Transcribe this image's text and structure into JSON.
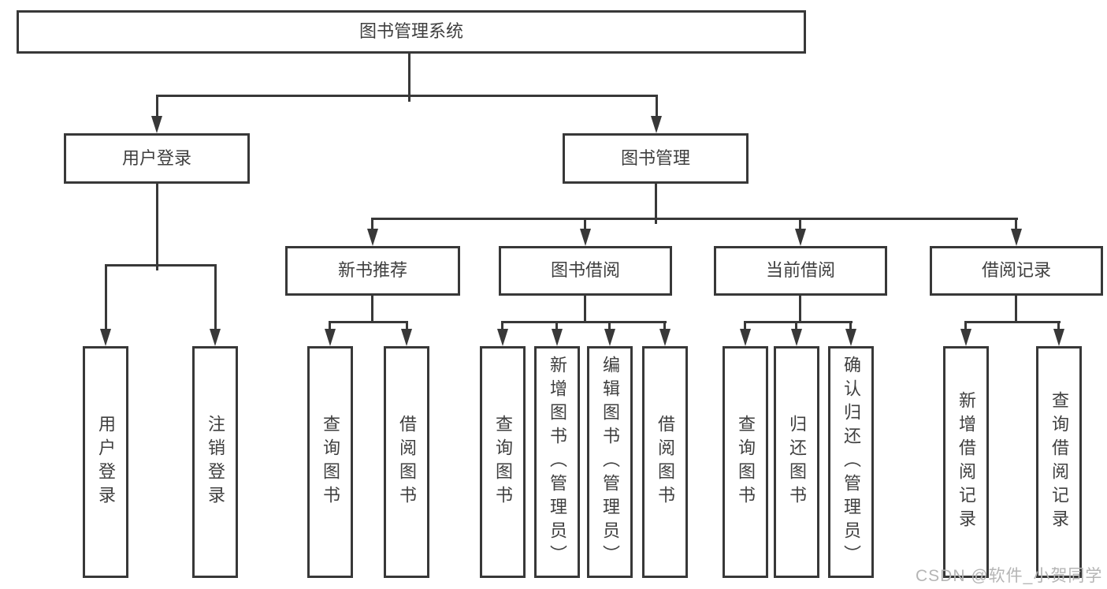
{
  "root": {
    "label": "图书管理系统"
  },
  "user_login": {
    "label": "用户登录",
    "children": [
      {
        "label": "用户登录"
      },
      {
        "label": "注销登录"
      }
    ]
  },
  "book_mgmt": {
    "label": "图书管理",
    "groups": [
      {
        "label": "新书推荐",
        "children": [
          {
            "label": "查询图书"
          },
          {
            "label": "借阅图书"
          }
        ]
      },
      {
        "label": "图书借阅",
        "children": [
          {
            "label": "查询图书"
          },
          {
            "label": "新增图书（管理员）"
          },
          {
            "label": "编辑图书（管理员）"
          },
          {
            "label": "借阅图书"
          }
        ]
      },
      {
        "label": "当前借阅",
        "children": [
          {
            "label": "查询图书"
          },
          {
            "label": "归还图书"
          },
          {
            "label": "确认归还（管理员）"
          }
        ]
      },
      {
        "label": "借阅记录",
        "children": [
          {
            "label": "新增借阅记录"
          },
          {
            "label": "查询借阅记录"
          }
        ]
      }
    ]
  },
  "watermark": "CSDN @软件_小贺同学",
  "colors": {
    "line": "#383838",
    "text": "#3f3f3f",
    "watermark": "#b5b5b5",
    "background": "#ffffff"
  }
}
